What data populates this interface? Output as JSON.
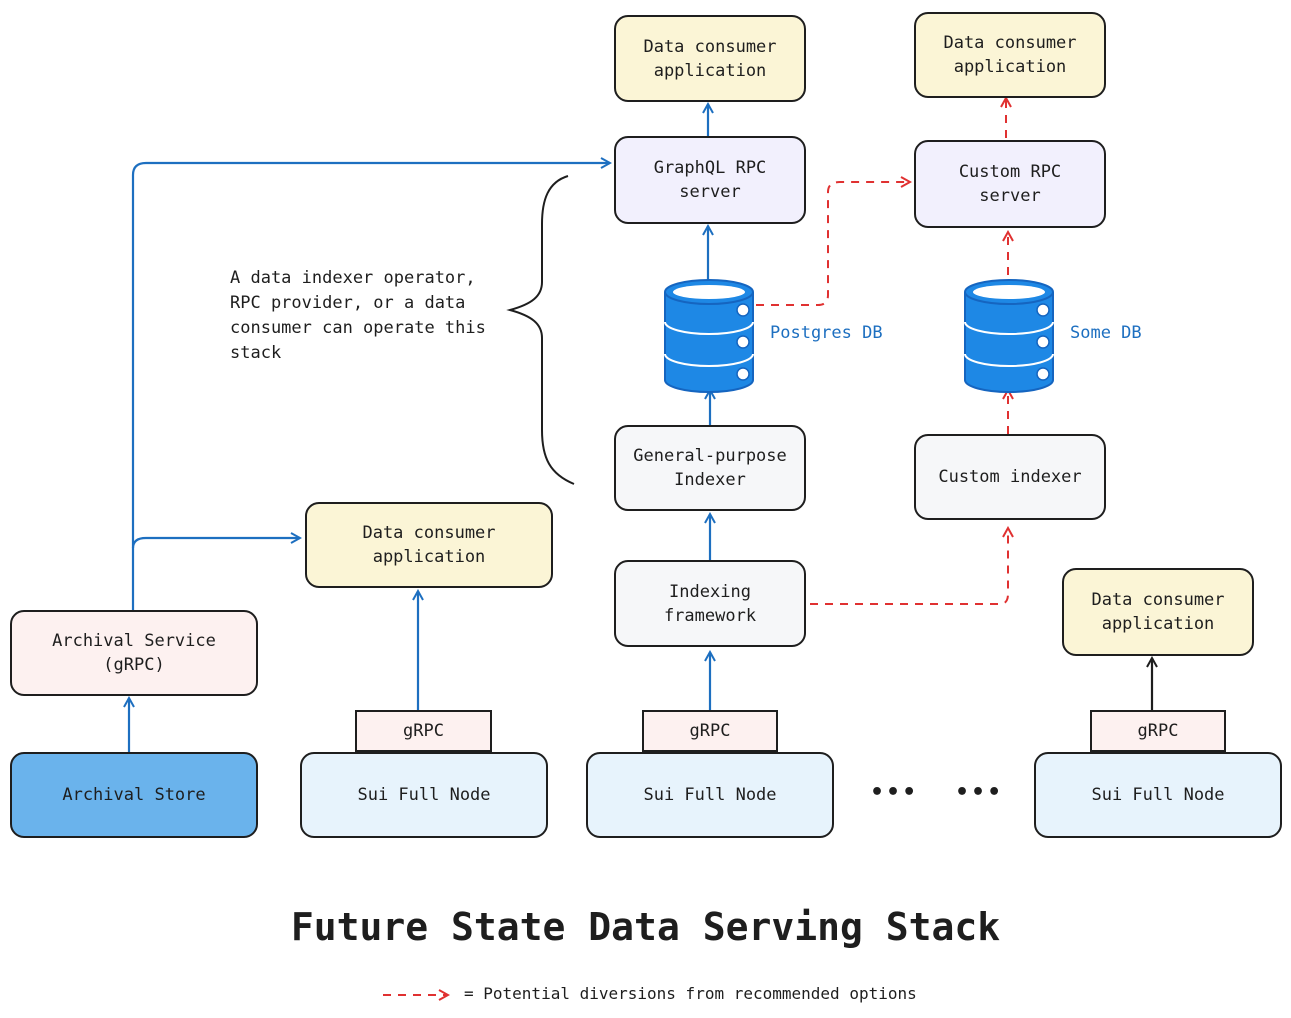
{
  "title": "Future State Data Serving Stack",
  "legend": {
    "text": "= Potential diversions from recommended options"
  },
  "note": "A data indexer operator,\nRPC provider, or a data\nconsumer can operate this\nstack",
  "nodes": {
    "consumer_top_center": "Data consumer\napplication",
    "consumer_top_right": "Data consumer\napplication",
    "graphql_rpc": "GraphQL RPC\nserver",
    "custom_rpc": "Custom RPC\nserver",
    "general_indexer": "General-purpose\nIndexer",
    "custom_indexer": "Custom indexer",
    "indexing_framework": "Indexing\nframework",
    "consumer_middle": "Data consumer\napplication",
    "consumer_right": "Data consumer\napplication",
    "archival_service": "Archival Service\n(gRPC)",
    "archival_store": "Archival Store",
    "full_node_1": "Sui Full Node",
    "full_node_2": "Sui Full Node",
    "full_node_3": "Sui Full Node"
  },
  "grpc_label": "gRPC",
  "databases": {
    "postgres": "Postgres DB",
    "some": "Some DB"
  },
  "ellipsis": "•••",
  "colors": {
    "blue_arrow": "#1d6fc0",
    "red_dashed": "#e03131",
    "db_fill": "#1e88e5"
  }
}
